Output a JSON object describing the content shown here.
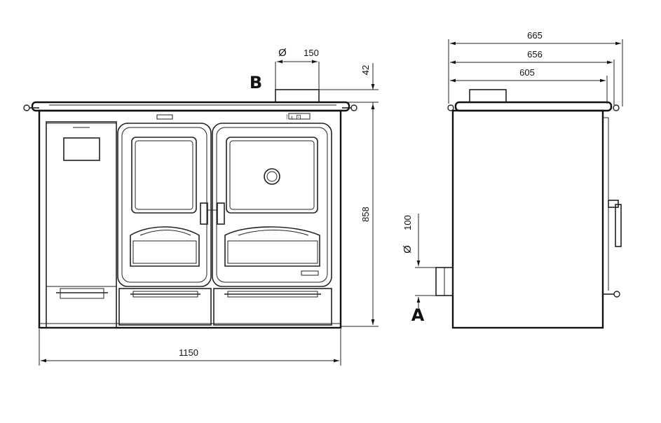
{
  "labels": {
    "outlet_top": "B",
    "outlet_side": "A"
  },
  "dimensions": {
    "overall_width": "1150",
    "overall_height": "858",
    "flue_top_diameter": "150",
    "flue_top_offset": "42",
    "flue_side_diameter": "100",
    "depth_total": "665",
    "depth_with_handles": "656",
    "depth_body": "605",
    "diameter_symbol": "Ø"
  }
}
